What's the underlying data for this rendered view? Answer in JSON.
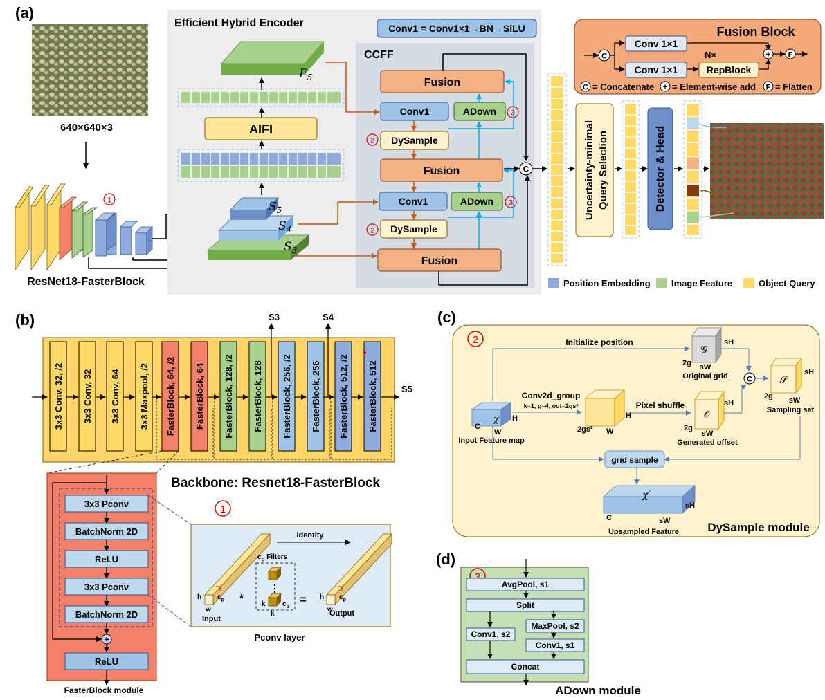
{
  "panel_a": {
    "label": "(a)",
    "input_size": "640×640×3",
    "backbone_name": "ResNet18-FasterBlock",
    "encoder_title": "Efficient Hybrid Encoder",
    "aifi": "AIFI",
    "f5": "F",
    "f5_sub": "5",
    "s5": "S",
    "s5_sub": "5",
    "s4": "S",
    "s4_sub": "4",
    "s3": "S",
    "s3_sub": "3",
    "conv1_def": "Conv1 = Conv1×1→BN→SiLU",
    "ccff": "CCFF",
    "fusion": "Fusion",
    "conv1": "Conv1",
    "adown": "ADown",
    "dysample": "DySample",
    "c_symbol": "C",
    "marker1": "1",
    "marker2": "2",
    "marker3": "3",
    "query_selection_line1": "Uncertainty-minimal",
    "query_selection_line2": "Query Selection",
    "detector_head": "Detector & Head",
    "fusion_block": {
      "title": "Fusion Block",
      "conv": "Conv 1×1",
      "nx": "N×",
      "repblock": "RepBlock",
      "c": "C",
      "plus": "+",
      "f": "F",
      "legend_concat": "= Concatenate",
      "legend_add": "= Element-wise add",
      "legend_flatten": "= Flatten"
    },
    "legend": {
      "position_embedding": "Position Embedding",
      "image_feature": "Image Feature",
      "object_query": "Object Query"
    }
  },
  "panel_b": {
    "label": "(b)",
    "blocks": [
      "3x3 Conv, 32, /2",
      "3x3 Conv, 32",
      "3x3 Conv, 64",
      "3x3 Maxpool, /2",
      "FasterBlock, 64, /2",
      "FasterBlock, 64",
      "FasterBlock, 128, /2",
      "FasterBlock, 128",
      "FasterBlock, 256, /2",
      "FasterBlock, 256",
      "FasterBlock, 512, /2",
      "FasterBlock, 512"
    ],
    "out_s3": "S3",
    "out_s4": "S4",
    "out_s5": "S5",
    "backbone_title": "Backbone: Resnet18-FasterBlock",
    "faster_module": {
      "items": [
        "3x3 Pconv",
        "BatchNorm 2D",
        "ReLU",
        "3x3 Pconv",
        "BatchNorm 2D"
      ],
      "relu": "ReLU",
      "plus": "+",
      "caption": "FasterBlock module"
    },
    "pconv": {
      "marker": "1",
      "identity": "Identity",
      "filters": "c",
      "filters_sub": "p",
      "filters_tail": " Filters",
      "h": "h",
      "w": "w",
      "cp": "c",
      "cp_sub": "p",
      "k": "k",
      "star": "*",
      "eq": "=",
      "input": "Input",
      "output": "Output",
      "caption": "Pconv layer"
    }
  },
  "panel_c": {
    "label": "(c)",
    "marker": "2",
    "init_position": "Initialize position",
    "original_grid": "Original grid",
    "conv2d_group": "Conv2d_group",
    "conv2d_params": "k=1, g=4, out=2gs²",
    "pixel_shuffle": "Pixel shuffle",
    "generated_offset": "Generated offset",
    "sampling_set": "Sampling set",
    "input_feature_map": "Input Feature map",
    "grid_sample": "grid sample",
    "upsampled_feature": "Upsampled Feature",
    "module_title": "DySample module",
    "chi": "χ",
    "chi_prime": "χ′",
    "g_sym": "𝒢",
    "o_sym": "𝒪",
    "s_sym": "𝒮",
    "c_symbol": "C",
    "C": "C",
    "H": "H",
    "W": "W",
    "sH": "sH",
    "sW": "sW",
    "twog": "2g",
    "twogs2": "2gs²"
  },
  "panel_d": {
    "label": "(d)",
    "marker": "3",
    "avgpool": "AvgPool, s1",
    "split": "Split",
    "conv_s2": "Conv1, s2",
    "maxpool": "MaxPool, s2",
    "conv_s1": "Conv1, s1",
    "concat": "Concat",
    "caption": "ADown module"
  },
  "colors": {
    "fusion": "#F4B183",
    "conv_blue": "#9DC3E6",
    "green": "#A9D18E",
    "yellow": "#FFD966",
    "light_yellow": "#FFF2CC",
    "red_block": "#F4806A",
    "slate": "#8FAADC",
    "gray_panel": "#EDEDED",
    "ccff_panel": "#D6DCE5",
    "orange_panel": "#F4A97A",
    "backbone_panel": "#FFD56A",
    "dysample_panel": "#FFF2CC",
    "adown_panel": "#C5E0B4",
    "arrow_orange": "#C55A11",
    "arrow_blue": "#00B0F0",
    "marker_red": "#E00000"
  }
}
